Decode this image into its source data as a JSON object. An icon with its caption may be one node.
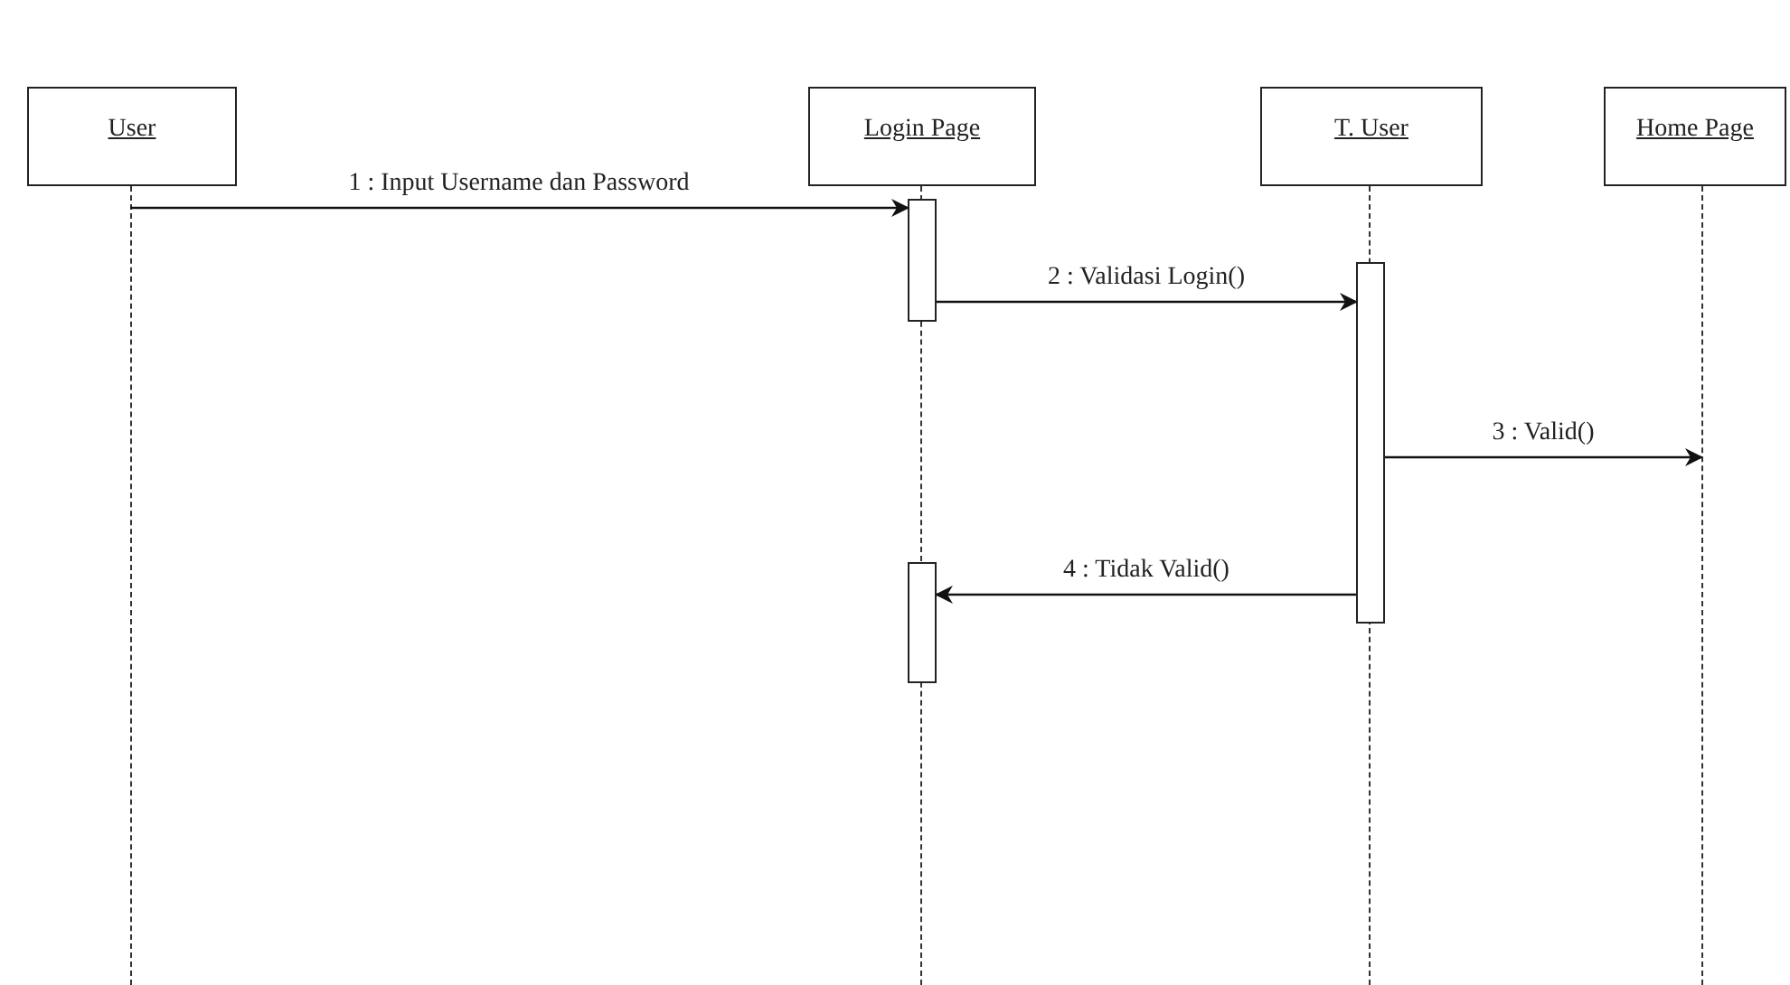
{
  "diagram": {
    "nodes": [
      {
        "text": [
          "User"
        ]
      },
      {
        "text": [
          "Login Page"
        ]
      },
      {
        "text": [
          "T. User"
        ]
      },
      {
        "text": [
          "Home Page"
        ]
      },
      {
        "text": [],
        "shape": "line"
      },
      {
        "text": [],
        "shape": "line"
      },
      {
        "text": [],
        "shape": "line"
      },
      {
        "text": [],
        "shape": "line"
      },
      {
        "text": [],
        "shape": "bar"
      },
      {
        "text": [],
        "shape": "bar"
      },
      {
        "text": [],
        "shape": "bar"
      }
    ],
    "edges": [
      {
        "from": 4,
        "to": 8,
        "arrow": "to",
        "label": "1 : Input Username dan Password"
      },
      {
        "from": 8,
        "to": 9,
        "arrow": "to",
        "label": "2 : Validasi Login()"
      },
      {
        "from": 9,
        "to": 7,
        "arrow": "to",
        "label": "3 : Valid()"
      },
      {
        "from": 9,
        "to": 10,
        "arrow": "to",
        "label": "4 : Tidak Valid()"
      }
    ]
  }
}
